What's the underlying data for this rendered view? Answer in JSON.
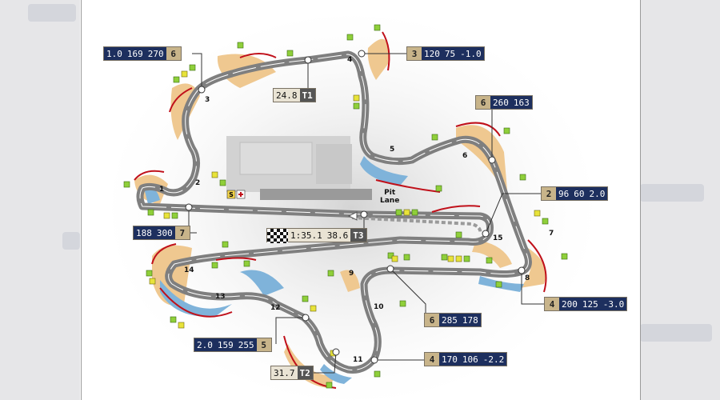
{
  "colors": {
    "track": "#7f7f7f",
    "track_edge": "#ffffff",
    "kerb": "#c0101a",
    "runoff_sand": "#efc890",
    "runoff_water": "#7fb3da",
    "marker": "#8fcf3a",
    "marker_yellow": "#e8e33a",
    "panel_dark": "#1d2f5e",
    "panel_gear": "#c8b48a"
  },
  "turns": [
    "1",
    "2",
    "3",
    "4",
    "5",
    "6",
    "7",
    "8",
    "9",
    "10",
    "11",
    "12",
    "13",
    "14",
    "15"
  ],
  "pit_lane": {
    "line1": "Pit",
    "line2": "Lane"
  },
  "callouts": {
    "t3": {
      "values": [
        "1.0",
        "169",
        "270"
      ],
      "gear": "6"
    },
    "t4": {
      "gear": "3",
      "values": [
        "120",
        "75",
        "-1.0"
      ]
    },
    "sector1": {
      "time": "24.8",
      "label": "T1"
    },
    "t6": {
      "gear": "6",
      "values": [
        "260",
        "163"
      ]
    },
    "t15": {
      "gear": "2",
      "values": [
        "96",
        "60",
        "2.0"
      ]
    },
    "t1": {
      "values": [
        "188",
        "300"
      ],
      "gear": "7"
    },
    "lap": {
      "time": "1:35.1",
      "value": "38.6",
      "label": "T3"
    },
    "t8": {
      "gear": "4",
      "values": [
        "200",
        "125",
        "-3.0"
      ]
    },
    "t10": {
      "gear": "6",
      "values": [
        "285",
        "178"
      ]
    },
    "t12": {
      "values": [
        "2.0",
        "159",
        "255"
      ],
      "gear": "5"
    },
    "t11": {
      "gear": "4",
      "values": [
        "170",
        "106",
        "-2.2"
      ]
    },
    "sector2": {
      "time": "31.7",
      "label": "T2"
    }
  }
}
